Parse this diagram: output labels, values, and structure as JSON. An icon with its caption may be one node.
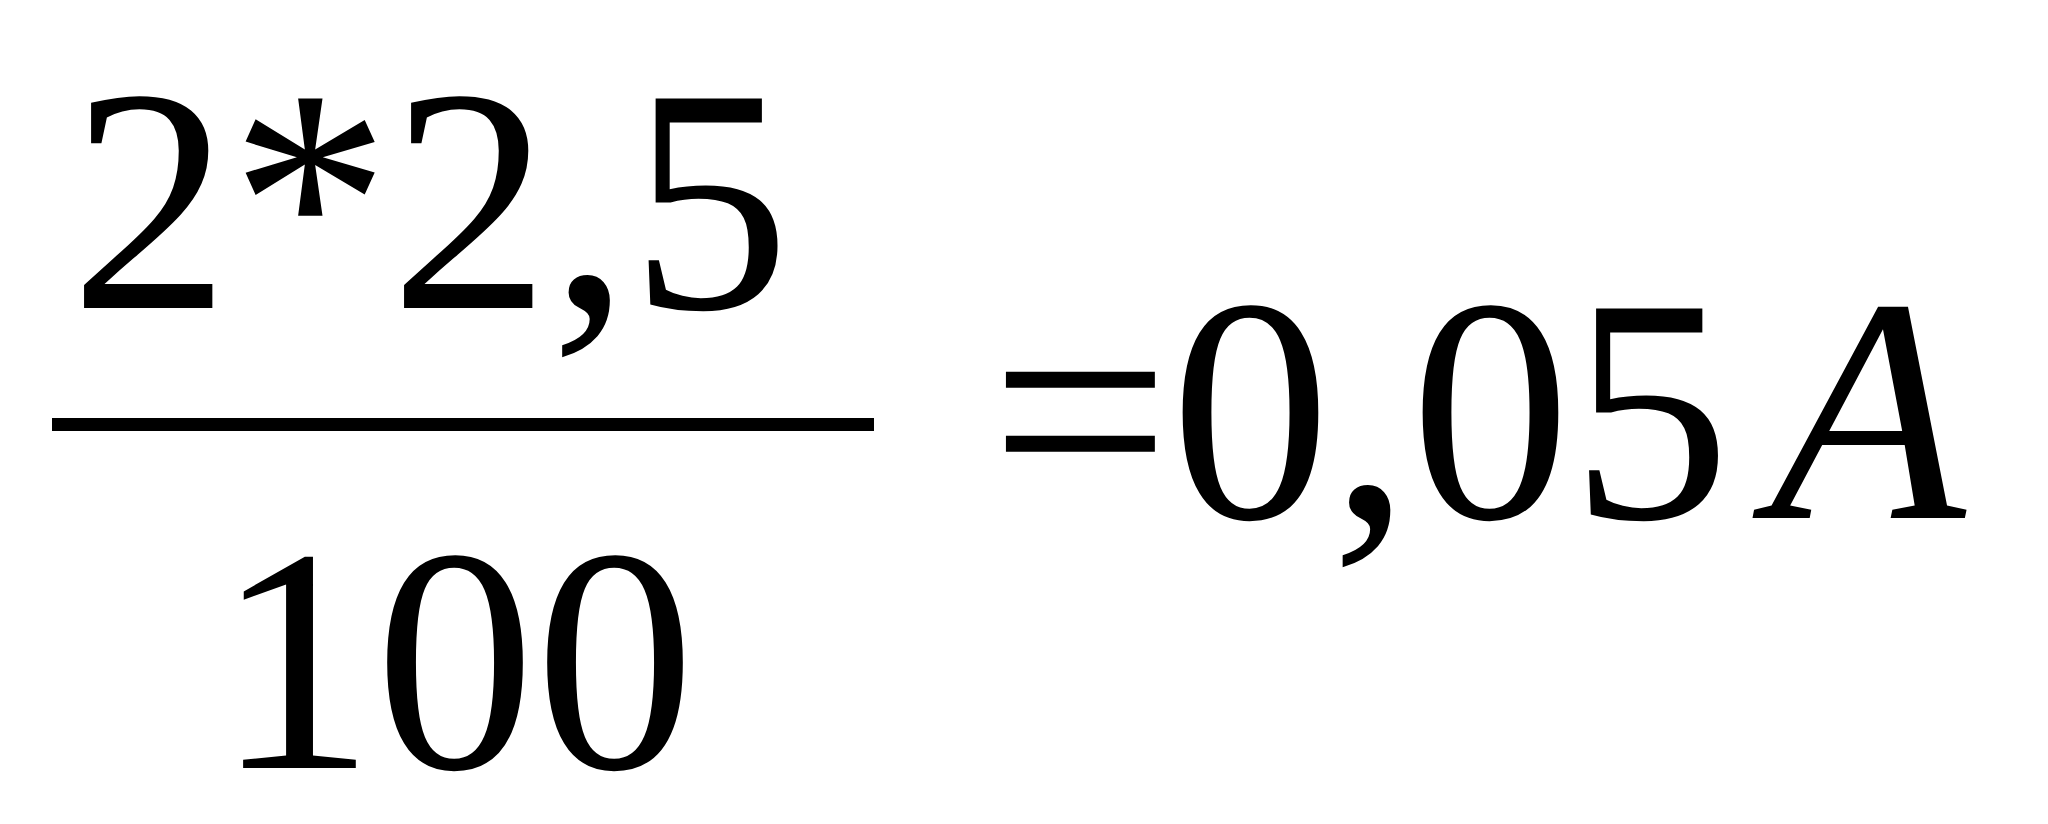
{
  "diagram": {
    "labels": [
      "2*2,5",
      "100",
      "=0,05",
      "A"
    ]
  }
}
